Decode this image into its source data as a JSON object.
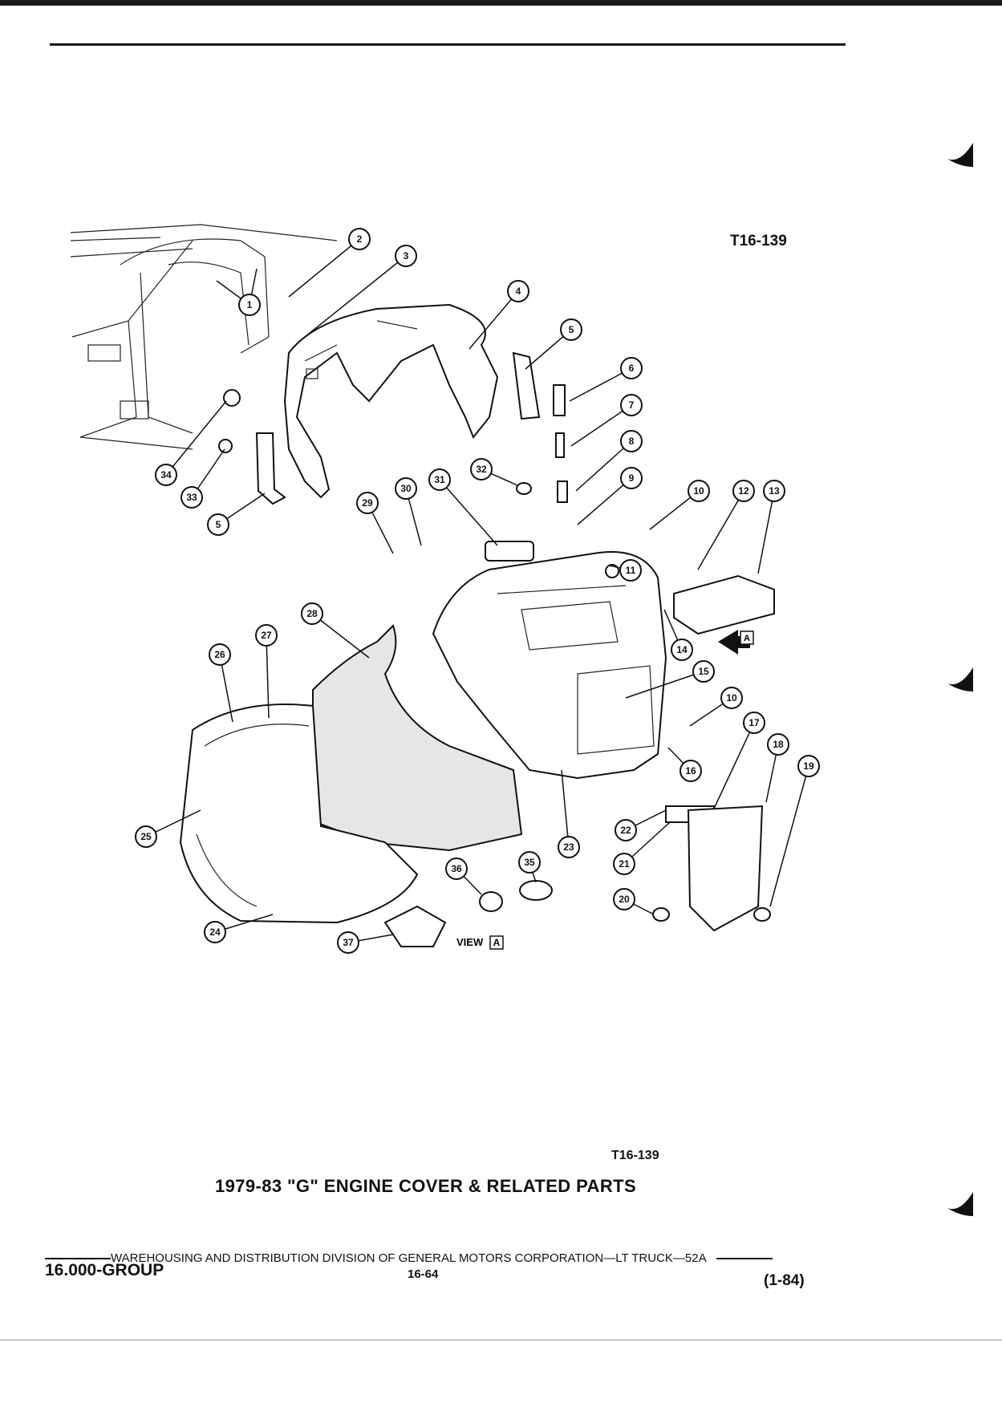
{
  "figure_ref_top": "T16-139",
  "figure_ref_bottom": "T16-139",
  "caption": "1979-83 \"G\" ENGINE COVER & RELATED PARTS",
  "view_label": "VIEW",
  "view_tag": "A",
  "arrow_tag": "A",
  "footer": {
    "distribution": "WAREHOUSING AND DISTRIBUTION  DIVISION OF GENERAL MOTORS CORPORATION—LT TRUCK—52A",
    "group": "16.000-GROUP",
    "page": "16-64",
    "date": "(1-84)"
  },
  "callouts": [
    "1",
    "2",
    "3",
    "4",
    "5",
    "6",
    "7",
    "8",
    "9",
    "10",
    "11",
    "12",
    "13",
    "14",
    "15",
    "10",
    "16",
    "17",
    "18",
    "19",
    "20",
    "21",
    "22",
    "23",
    "24",
    "25",
    "26",
    "27",
    "28",
    "29",
    "30",
    "31",
    "32",
    "33",
    "34",
    "5",
    "35",
    "36",
    "37"
  ]
}
